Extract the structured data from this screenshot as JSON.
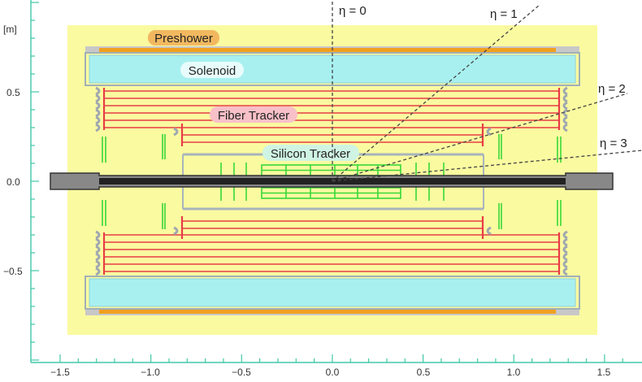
{
  "units_label": "[m]",
  "x_ticks": [
    "−1.5",
    "−1.0",
    "−0.5",
    "0.0",
    "0.5",
    "1.0",
    "1.5"
  ],
  "y_ticks": [
    "0.5",
    "0.0",
    "−0.5"
  ],
  "eta_labels": [
    "η = 0",
    "η = 1",
    "η = 2",
    "η = 3"
  ],
  "components": {
    "preshower": "Preshower",
    "solenoid": "Solenoid",
    "fiber_tracker": "Fiber Tracker",
    "silicon_tracker": "Silicon Tracker"
  },
  "colors": {
    "axis": "#40c8a8",
    "background_region": "#fafaa0",
    "solenoid_fill": "#a8f0f0",
    "preshower_label_bg": "#f2b860",
    "fiber_label_bg": "#f8c0c8",
    "silicon_label_bg": "#d0f4e4",
    "fiber_lines": "#e83c46",
    "silicon_lines": "#38d838",
    "beam_pipe": "#8a8a8a",
    "frame": "#a8b4bc",
    "eta_lines": "#444444"
  }
}
